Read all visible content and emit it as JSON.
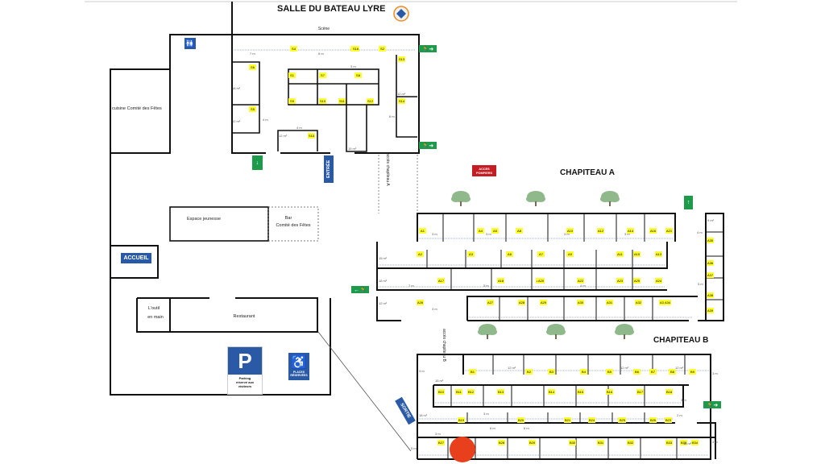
{
  "titles": {
    "hall": "SALLE DU BATEAU LYRE",
    "scene": "Scène",
    "chapiteau_a": "CHAPITEAU A",
    "chapiteau_b": "CHAPITEAU B"
  },
  "rooms": {
    "cuisine": "cuisine Comité des Fêtes",
    "espace_jeunesse": "Espace jeunesse",
    "bar_line1": "Bar",
    "bar_line2": "Comité des Fêtes",
    "outil_line1": "L'outil",
    "outil_line2": "en main",
    "restaurant": "Restaurant"
  },
  "signs": {
    "accueil": "ACCUEIL",
    "entree": "ENTRÉE",
    "sortie": "SORTIE",
    "acces_pompiers_line1": "ACCES",
    "acces_pompiers_line2": "POMPIERS",
    "acces_chapiteau_a": "accès chapiteau A",
    "acces_chapiteau_b": "accès chapiteau B",
    "parking_letter": "P",
    "parking_line1": "Parking",
    "parking_line2": "réservé aux",
    "parking_line3": "visiteurs",
    "handicap_line1": "PLACES",
    "handicap_line2": "RÉSERVÉES"
  },
  "colors": {
    "wall": "#111111",
    "stand_label": "#ffff33",
    "dimension_line": "#3a66b5",
    "exit_green": "#1e9a4b",
    "sign_blue": "#2a5aa6",
    "pompiers_red": "#c41e24",
    "marker": "#e8401c",
    "tree": "#8fb98a"
  },
  "hall_stands": [
    {
      "id": "S6"
    },
    {
      "id": "S5"
    },
    {
      "id": "S4"
    },
    {
      "id": "S3"
    },
    {
      "id": "S2"
    },
    {
      "id": "S1"
    },
    {
      "id": "S7"
    },
    {
      "id": "S8"
    },
    {
      "id": "S9"
    },
    {
      "id": "S10"
    },
    {
      "id": "S11"
    },
    {
      "id": "S12"
    },
    {
      "id": "S13"
    },
    {
      "id": "S14"
    },
    {
      "id": "S15"
    },
    {
      "id": "S16"
    }
  ],
  "chapiteau_a_rows": [
    [
      "A1",
      "A4",
      "A5",
      "A8",
      "A10",
      "A12",
      "A14",
      "A16",
      "A21"
    ],
    [
      "A2",
      "A3",
      "A6",
      "A7",
      "A9",
      "A11",
      "A13",
      "A15"
    ],
    [
      "A17",
      "A18",
      "A19",
      "A20",
      "A22",
      "A23",
      "A24",
      "A25"
    ],
    [
      "A26",
      "A27",
      "A28",
      "A29",
      "A30",
      "A31",
      "A32",
      "A33",
      "A34"
    ]
  ],
  "chapiteau_a_side": [
    "A35",
    "A36",
    "A37",
    "A38",
    "A39"
  ],
  "chapiteau_b_rows": [
    [
      "B1",
      "B2",
      "B3",
      "B4",
      "B5",
      "B6",
      "B7",
      "B8",
      "B9"
    ],
    [
      "B10",
      "B11",
      "B12",
      "B13",
      "B14",
      "B15",
      "B16",
      "B17",
      "B18"
    ],
    [
      "B19",
      "B20",
      "B21",
      "B22",
      "B23",
      "B24",
      "B25",
      "B26"
    ],
    [
      "B27",
      "B28",
      "B29",
      "B30",
      "B31",
      "B32",
      "B33",
      "B34",
      "B35"
    ]
  ],
  "dimensions": {
    "m2_6": "6 m²",
    "m2_9": "9 m²",
    "m2_12": "12 m²",
    "m2_15": "15 m²",
    "m2_18": "18 m²",
    "m3": "3 m",
    "m4": "4 m",
    "m5": "5 m",
    "m6": "6 m",
    "m7": "7 m",
    "m2": "2 m"
  }
}
